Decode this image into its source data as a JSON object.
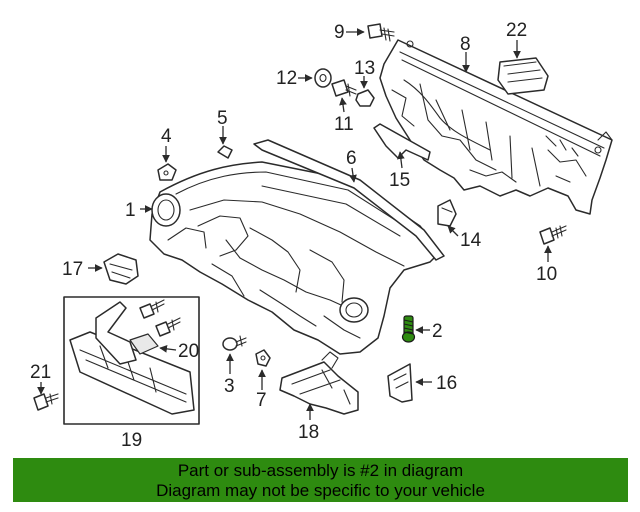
{
  "callouts": {
    "c1": "1",
    "c2": "2",
    "c3": "3",
    "c4": "4",
    "c5": "5",
    "c6": "6",
    "c7": "7",
    "c8": "8",
    "c9": "9",
    "c10": "10",
    "c11": "11",
    "c12": "12",
    "c13": "13",
    "c14": "14",
    "c15": "15",
    "c16": "16",
    "c17": "17",
    "c18": "18",
    "c19": "19",
    "c20": "20",
    "c21": "21",
    "c22": "22"
  },
  "highlight_part": "2",
  "colors": {
    "banner_bg": "#2e8b10",
    "highlight": "#2e8b10",
    "line": "#2b2b2b"
  },
  "banner": {
    "line1": "Part or sub-assembly is #2 in diagram",
    "line2": "Diagram may not be specific to your vehicle"
  }
}
